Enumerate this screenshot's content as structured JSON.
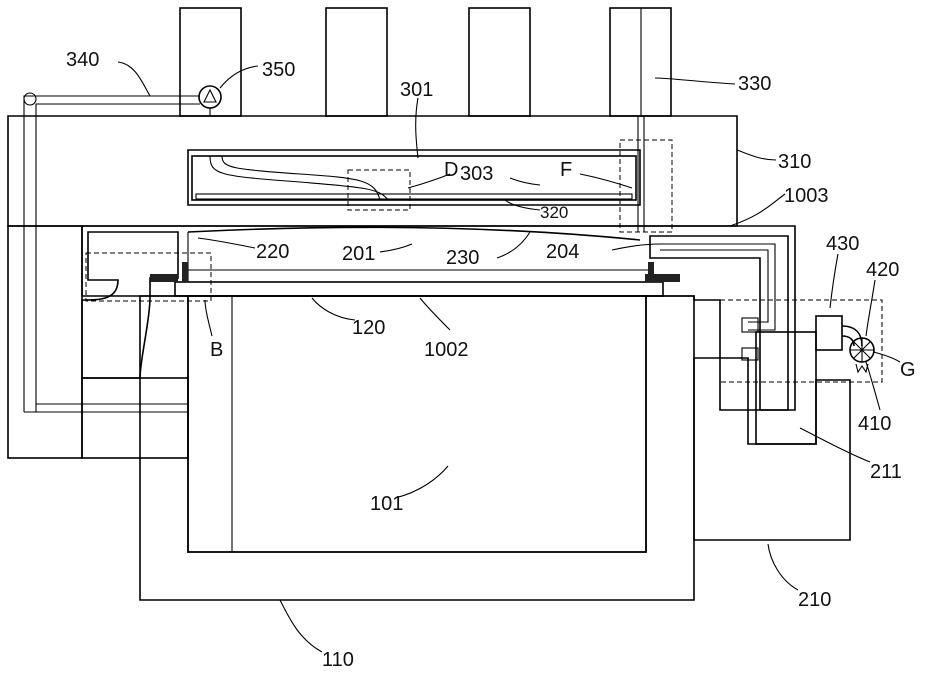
{
  "labels": {
    "l340": "340",
    "l350": "350",
    "l301": "301",
    "l330": "330",
    "l310": "310",
    "lD": "D",
    "l303": "303",
    "lF": "F",
    "l320": "320",
    "l1003": "1003",
    "l220": "220",
    "l201": "201",
    "l230": "230",
    "l204": "204",
    "l430": "430",
    "l420": "420",
    "l120": "120",
    "l1002": "1002",
    "lB": "B",
    "lG": "G",
    "l410": "410",
    "l211": "211",
    "l101": "101",
    "l210": "210",
    "l110": "110"
  }
}
